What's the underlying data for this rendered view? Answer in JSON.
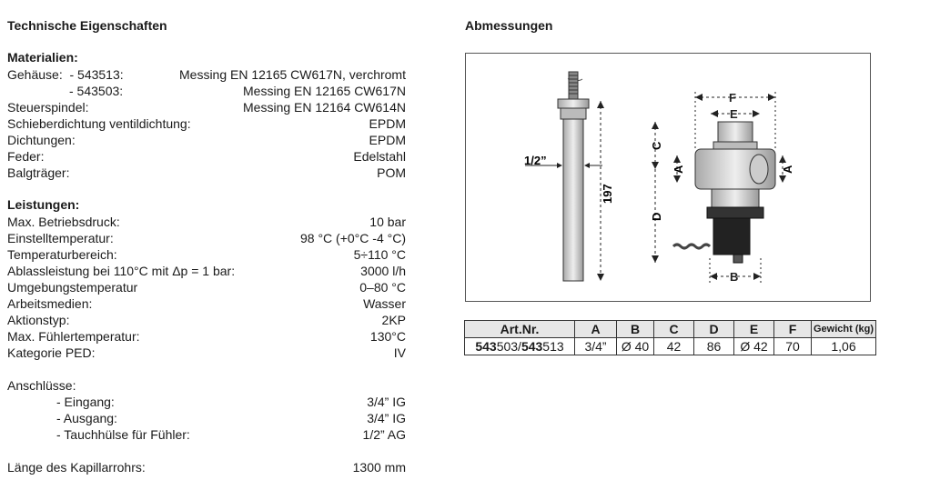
{
  "left_title": "Technische Eigenschaften",
  "right_title": "Abmessungen",
  "materials": {
    "heading": "Materialien:",
    "housing_label": "Gehäuse:",
    "rows": [
      {
        "label": "Gehäuse:  - 543513:",
        "value": "Messing EN 12165 CW617N, verchromt"
      },
      {
        "label": "                - 543503:",
        "value": "Messing EN 12165 CW617N"
      },
      {
        "label": "Steuerspindel:",
        "value": "Messing EN 12164 CW614N"
      },
      {
        "label": "Schieberdichtung ventildichtung:",
        "value": "EPDM"
      },
      {
        "label": "Dichtungen:",
        "value": "EPDM"
      },
      {
        "label": "Feder:",
        "value": "Edelstahl"
      },
      {
        "label": "Balgträger:",
        "value": "POM"
      }
    ]
  },
  "performance": {
    "heading": "Leistungen:",
    "rows": [
      {
        "label": "Max. Betriebsdruck:",
        "value": "10 bar"
      },
      {
        "label": "Einstelltemperatur:",
        "value": "98 °C (+0°C -4 °C)"
      },
      {
        "label": "Temperaturbereich:",
        "value": "5÷110 °C"
      },
      {
        "label": "Ablassleistung bei 110°C mit Δp = 1 bar:",
        "value": "3000 l/h"
      },
      {
        "label": "Umgebungstemperatur",
        "value": "0–80 °C"
      },
      {
        "label": "Arbeitsmedien:",
        "value": "Wasser"
      },
      {
        "label": "Aktionstyp:",
        "value": "2KP"
      },
      {
        "label": "Max. Fühlertemperatur:",
        "value": "130°C"
      },
      {
        "label": "Kategorie PED:",
        "value": "IV"
      }
    ]
  },
  "connections": {
    "heading": "Anschlüsse:",
    "rows": [
      {
        "label": "- Eingang:",
        "value": "3/4” IG"
      },
      {
        "label": "- Ausgang:",
        "value": "3/4” IG"
      },
      {
        "label": "- Tauchhülse für Fühler:",
        "value": "1/2” AG"
      }
    ]
  },
  "capillary": {
    "label": "Länge des Kapillarrohrs:",
    "value": "1300 mm"
  },
  "drawing": {
    "labels": {
      "half_inch": "1/2”",
      "length": "197",
      "A": "A",
      "B": "B",
      "C": "C",
      "D": "D",
      "E": "E",
      "F": "F"
    }
  },
  "table": {
    "headers": [
      "Art.Nr.",
      "A",
      "B",
      "C",
      "D",
      "E",
      "F",
      "Gewicht (kg)"
    ],
    "row": {
      "art_bold_1": "543",
      "art_1": "503/",
      "art_bold_2": "543",
      "art_2": "513",
      "cells": [
        "3/4”",
        "Ø 40",
        "42",
        "86",
        "Ø 42",
        "70",
        "1,06"
      ]
    }
  }
}
